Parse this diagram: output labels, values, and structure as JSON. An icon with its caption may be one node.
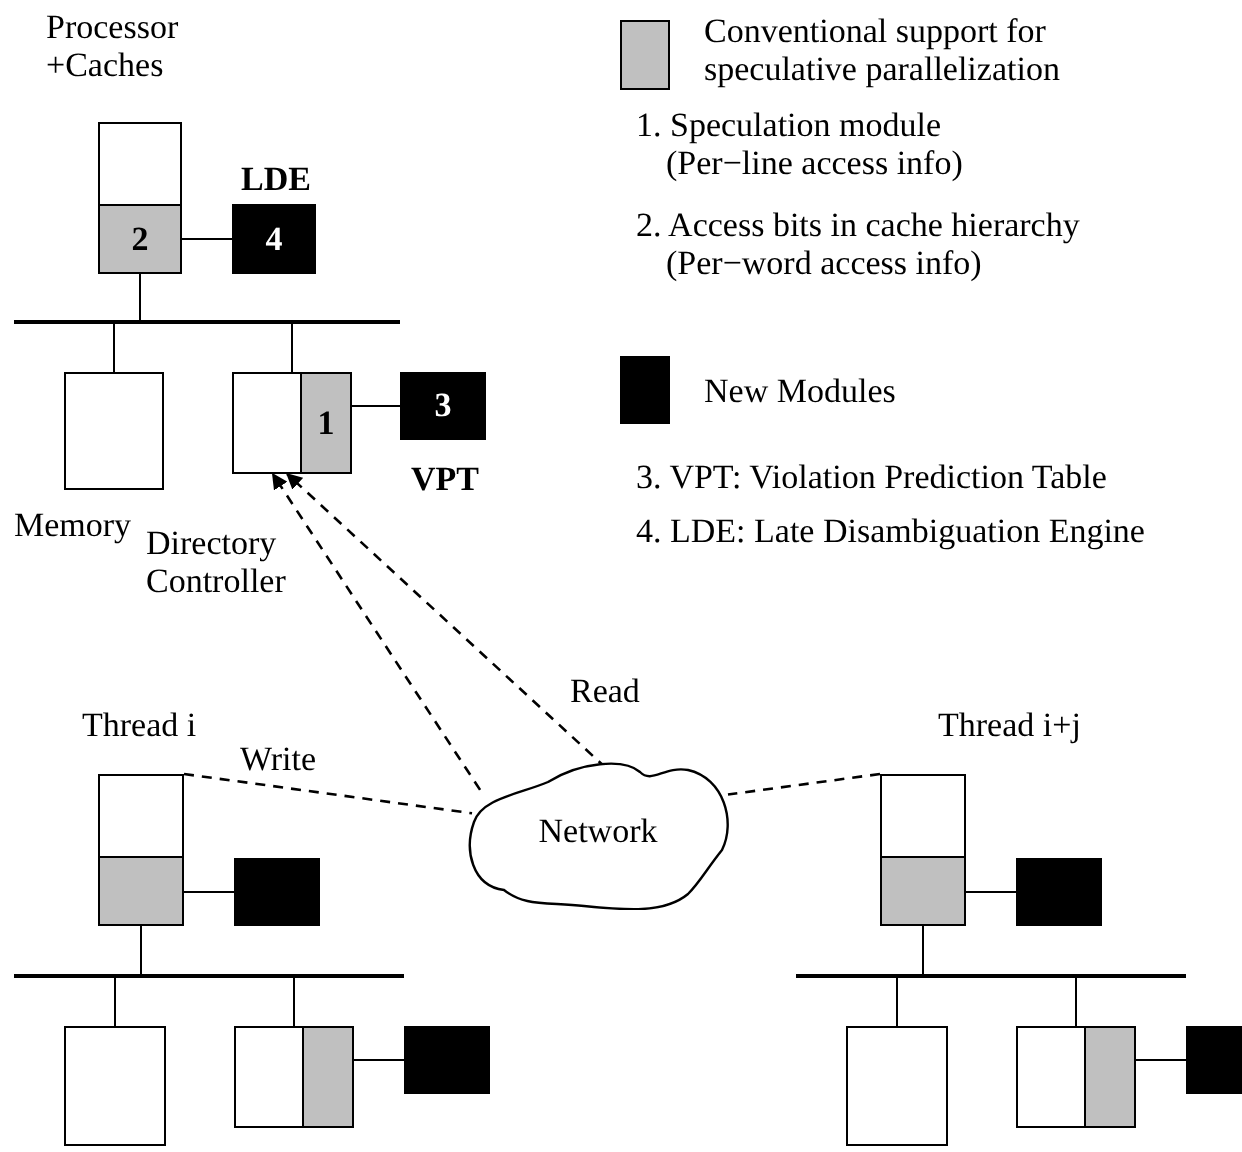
{
  "diagram": {
    "nodes": [
      {
        "text": [
          "Processor +Caches"
        ]
      },
      {
        "text": [
          "2"
        ],
        "in": 0
      },
      {
        "text": [
          "LDE",
          "4"
        ]
      },
      {
        "text": [],
        "shape": "bar"
      },
      {
        "text": [
          "Memory"
        ]
      },
      {
        "text": [
          "Directory Controller"
        ]
      },
      {
        "text": [
          "1"
        ],
        "in": 5
      },
      {
        "text": [
          "3",
          "VPT"
        ]
      },
      {
        "text": [
          "Network"
        ]
      },
      {
        "text": [
          "Thread i"
        ]
      },
      {
        "text": [],
        "shape": "box",
        "in": 9
      },
      {
        "text": [],
        "shape": "box"
      },
      {
        "text": [],
        "shape": "bar"
      },
      {
        "text": [],
        "shape": "box"
      },
      {
        "text": [],
        "shape": "box"
      },
      {
        "text": [],
        "shape": "box",
        "in": 14
      },
      {
        "text": [],
        "shape": "box"
      },
      {
        "text": [
          "Thread i+j"
        ]
      },
      {
        "text": [],
        "shape": "box",
        "in": 17
      },
      {
        "text": [],
        "shape": "box"
      },
      {
        "text": [],
        "shape": "bar"
      },
      {
        "text": [],
        "shape": "box"
      },
      {
        "text": [],
        "shape": "box"
      },
      {
        "text": [],
        "shape": "box",
        "in": 22
      },
      {
        "text": [],
        "shape": "box"
      }
    ],
    "edges": [
      {
        "from": 1,
        "to": 2,
        "arrow": "none"
      },
      {
        "from": 0,
        "to": 3,
        "arrow": "none"
      },
      {
        "from": 3,
        "to": 4,
        "arrow": "none"
      },
      {
        "from": 3,
        "to": 5,
        "arrow": "none"
      },
      {
        "from": 6,
        "to": 7,
        "arrow": "none"
      },
      {
        "from": 9,
        "to": 8,
        "arrow": "none",
        "label": "Write",
        "style": "dashed"
      },
      {
        "from": 8,
        "to": 5,
        "arrow": "to",
        "style": "dashed"
      },
      {
        "from": 17,
        "to": 8,
        "arrow": "none",
        "style": "dashed"
      },
      {
        "from": 8,
        "to": 5,
        "arrow": "to",
        "label": "Read",
        "style": "dashed"
      },
      {
        "from": 10,
        "to": 11,
        "arrow": "none"
      },
      {
        "from": 9,
        "to": 12,
        "arrow": "none"
      },
      {
        "from": 12,
        "to": 13,
        "arrow": "none"
      },
      {
        "from": 12,
        "to": 14,
        "arrow": "none"
      },
      {
        "from": 15,
        "to": 16,
        "arrow": "none"
      },
      {
        "from": 18,
        "to": 19,
        "arrow": "none"
      },
      {
        "from": 17,
        "to": 20,
        "arrow": "none"
      },
      {
        "from": 20,
        "to": 21,
        "arrow": "none"
      },
      {
        "from": 20,
        "to": 22,
        "arrow": "none"
      },
      {
        "from": 23,
        "to": 24,
        "arrow": "none"
      }
    ],
    "labels": [
      "1. Speculation module (Per−line access info)",
      "2. Access bits in cache hierarchy (Per−word access info)",
      "3. VPT: Violation Prediction Table",
      "4. LDE: Late Disambiguation Engine"
    ],
    "legend": [
      {
        "text": "Conventional support for speculative parallelization",
        "color": "#c0c0c0"
      },
      {
        "text": "New Modules",
        "color": "#000000"
      }
    ]
  }
}
